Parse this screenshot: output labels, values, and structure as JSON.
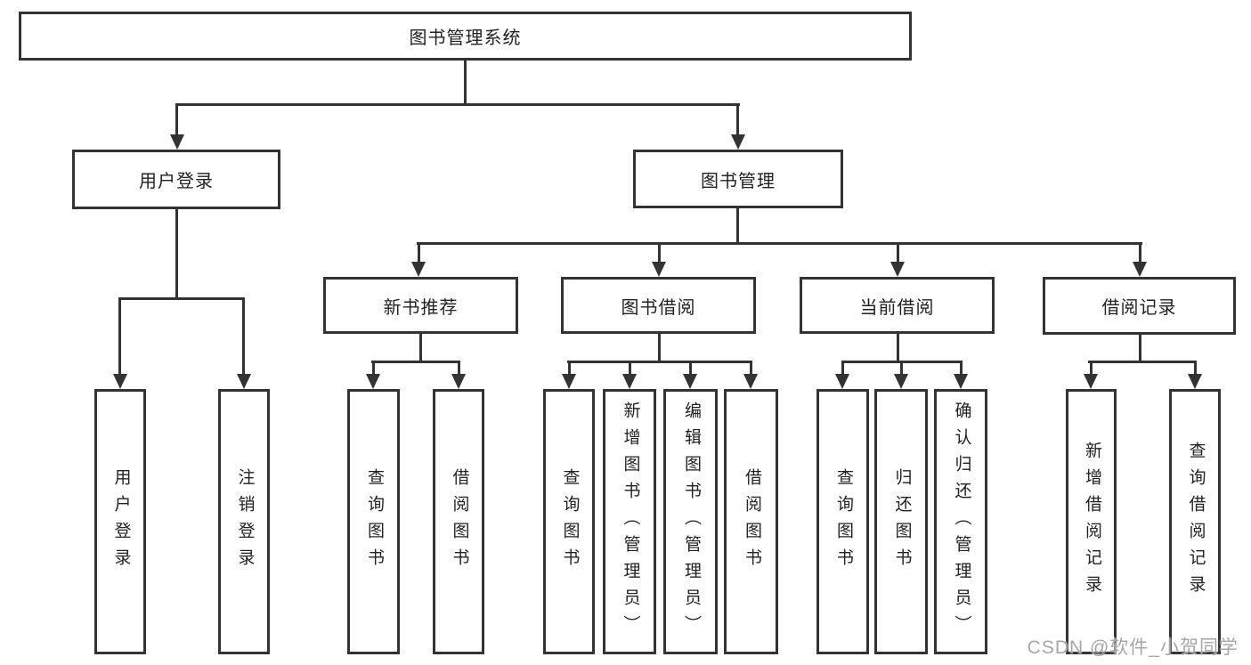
{
  "diagram": {
    "title": "图书管理系统",
    "branches": {
      "user_login": {
        "label": "用户登录",
        "children": [
          {
            "label": "用户登录"
          },
          {
            "label": "注销登录"
          }
        ]
      },
      "book_management": {
        "label": "图书管理",
        "children": [
          {
            "label": "新书推荐",
            "children": [
              {
                "label": "查询图书"
              },
              {
                "label": "借阅图书"
              }
            ]
          },
          {
            "label": "图书借阅",
            "children": [
              {
                "label": "查询图书"
              },
              {
                "label": "新增图书（管理员）"
              },
              {
                "label": "编辑图书（管理员）"
              },
              {
                "label": "借阅图书"
              }
            ]
          },
          {
            "label": "当前借阅",
            "children": [
              {
                "label": "查询图书"
              },
              {
                "label": "归还图书"
              },
              {
                "label": "确认归还（管理员）"
              }
            ]
          },
          {
            "label": "借阅记录",
            "children": [
              {
                "label": "新增借阅记录"
              },
              {
                "label": "查询借阅记录"
              }
            ]
          }
        ]
      }
    }
  },
  "watermark": "CSDN @软件_小贺同学",
  "colors": {
    "line": "#333333",
    "box_border": "#333333",
    "text": "#222222",
    "background": "#ffffff",
    "watermark": "#a6a6a6"
  }
}
